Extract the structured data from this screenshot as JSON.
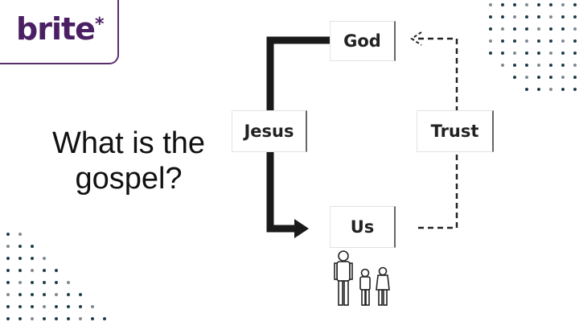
{
  "logo": {
    "text": "brite",
    "star": "*",
    "color": "#4b1f63"
  },
  "slide": {
    "title_line1": "What is the",
    "title_line2": "gospel?"
  },
  "diagram": {
    "nodes": {
      "god": "God",
      "jesus": "Jesus",
      "trust": "Trust",
      "us": "Us"
    }
  },
  "colors": {
    "dot_blue": "#1f3d4a",
    "dot_gray": "#7e8a90",
    "arrow": "#1a1a1a"
  }
}
